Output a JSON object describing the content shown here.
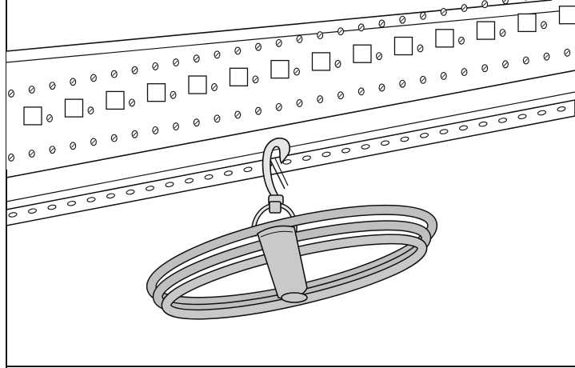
{
  "figure": {
    "kind": "line-art illustration",
    "colors": {
      "line": "#111111",
      "rail_face": "#ffffff",
      "cable": "#bfbfbf",
      "cable_dark": "#9a9a9a",
      "strap": "#c9c9c9",
      "clip": "#e6e6e6",
      "background": "#ffffff"
    },
    "parts": [
      "rack-rail",
      "square-mounting-holes",
      "screw-holes",
      "slotted-lower-rail",
      "snap-hook-clip",
      "swivel-ring",
      "coiled-cable",
      "hook-and-loop-strap"
    ]
  }
}
